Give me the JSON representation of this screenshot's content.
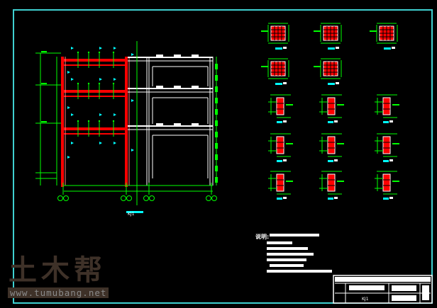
{
  "drawing": {
    "elevation_title": "KJ1",
    "notes_heading": "说明:",
    "title_block_drawing": "KJ1",
    "colors": {
      "frame": "#3fd0d0",
      "rebar": "#ff0000",
      "dimension": "#00ff00",
      "concrete": "#ffffff",
      "label": "#00ffff"
    }
  },
  "watermark": {
    "logo": "土木帮",
    "url": "www.tumubang.net"
  }
}
